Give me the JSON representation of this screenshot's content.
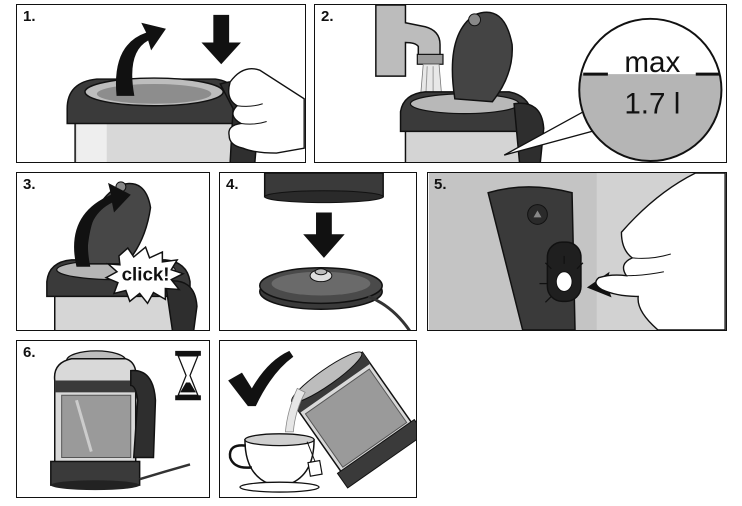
{
  "steps": [
    {
      "number": "1.",
      "action": "open-lid"
    },
    {
      "number": "2.",
      "action": "fill-water",
      "max_label": "max",
      "capacity": "1.7 l"
    },
    {
      "number": "3.",
      "action": "close-lid",
      "sound": "click!"
    },
    {
      "number": "4.",
      "action": "place-on-base"
    },
    {
      "number": "5.",
      "action": "press-switch"
    },
    {
      "number": "6.",
      "action": "wait-boil"
    },
    {
      "number": "",
      "action": "pour"
    }
  ],
  "colors": {
    "outline": "#111111",
    "dark_plastic": "#3a3a3a",
    "steel": "#cfcfcf",
    "water_callout": "#b5b5b5",
    "background": "#ffffff"
  }
}
